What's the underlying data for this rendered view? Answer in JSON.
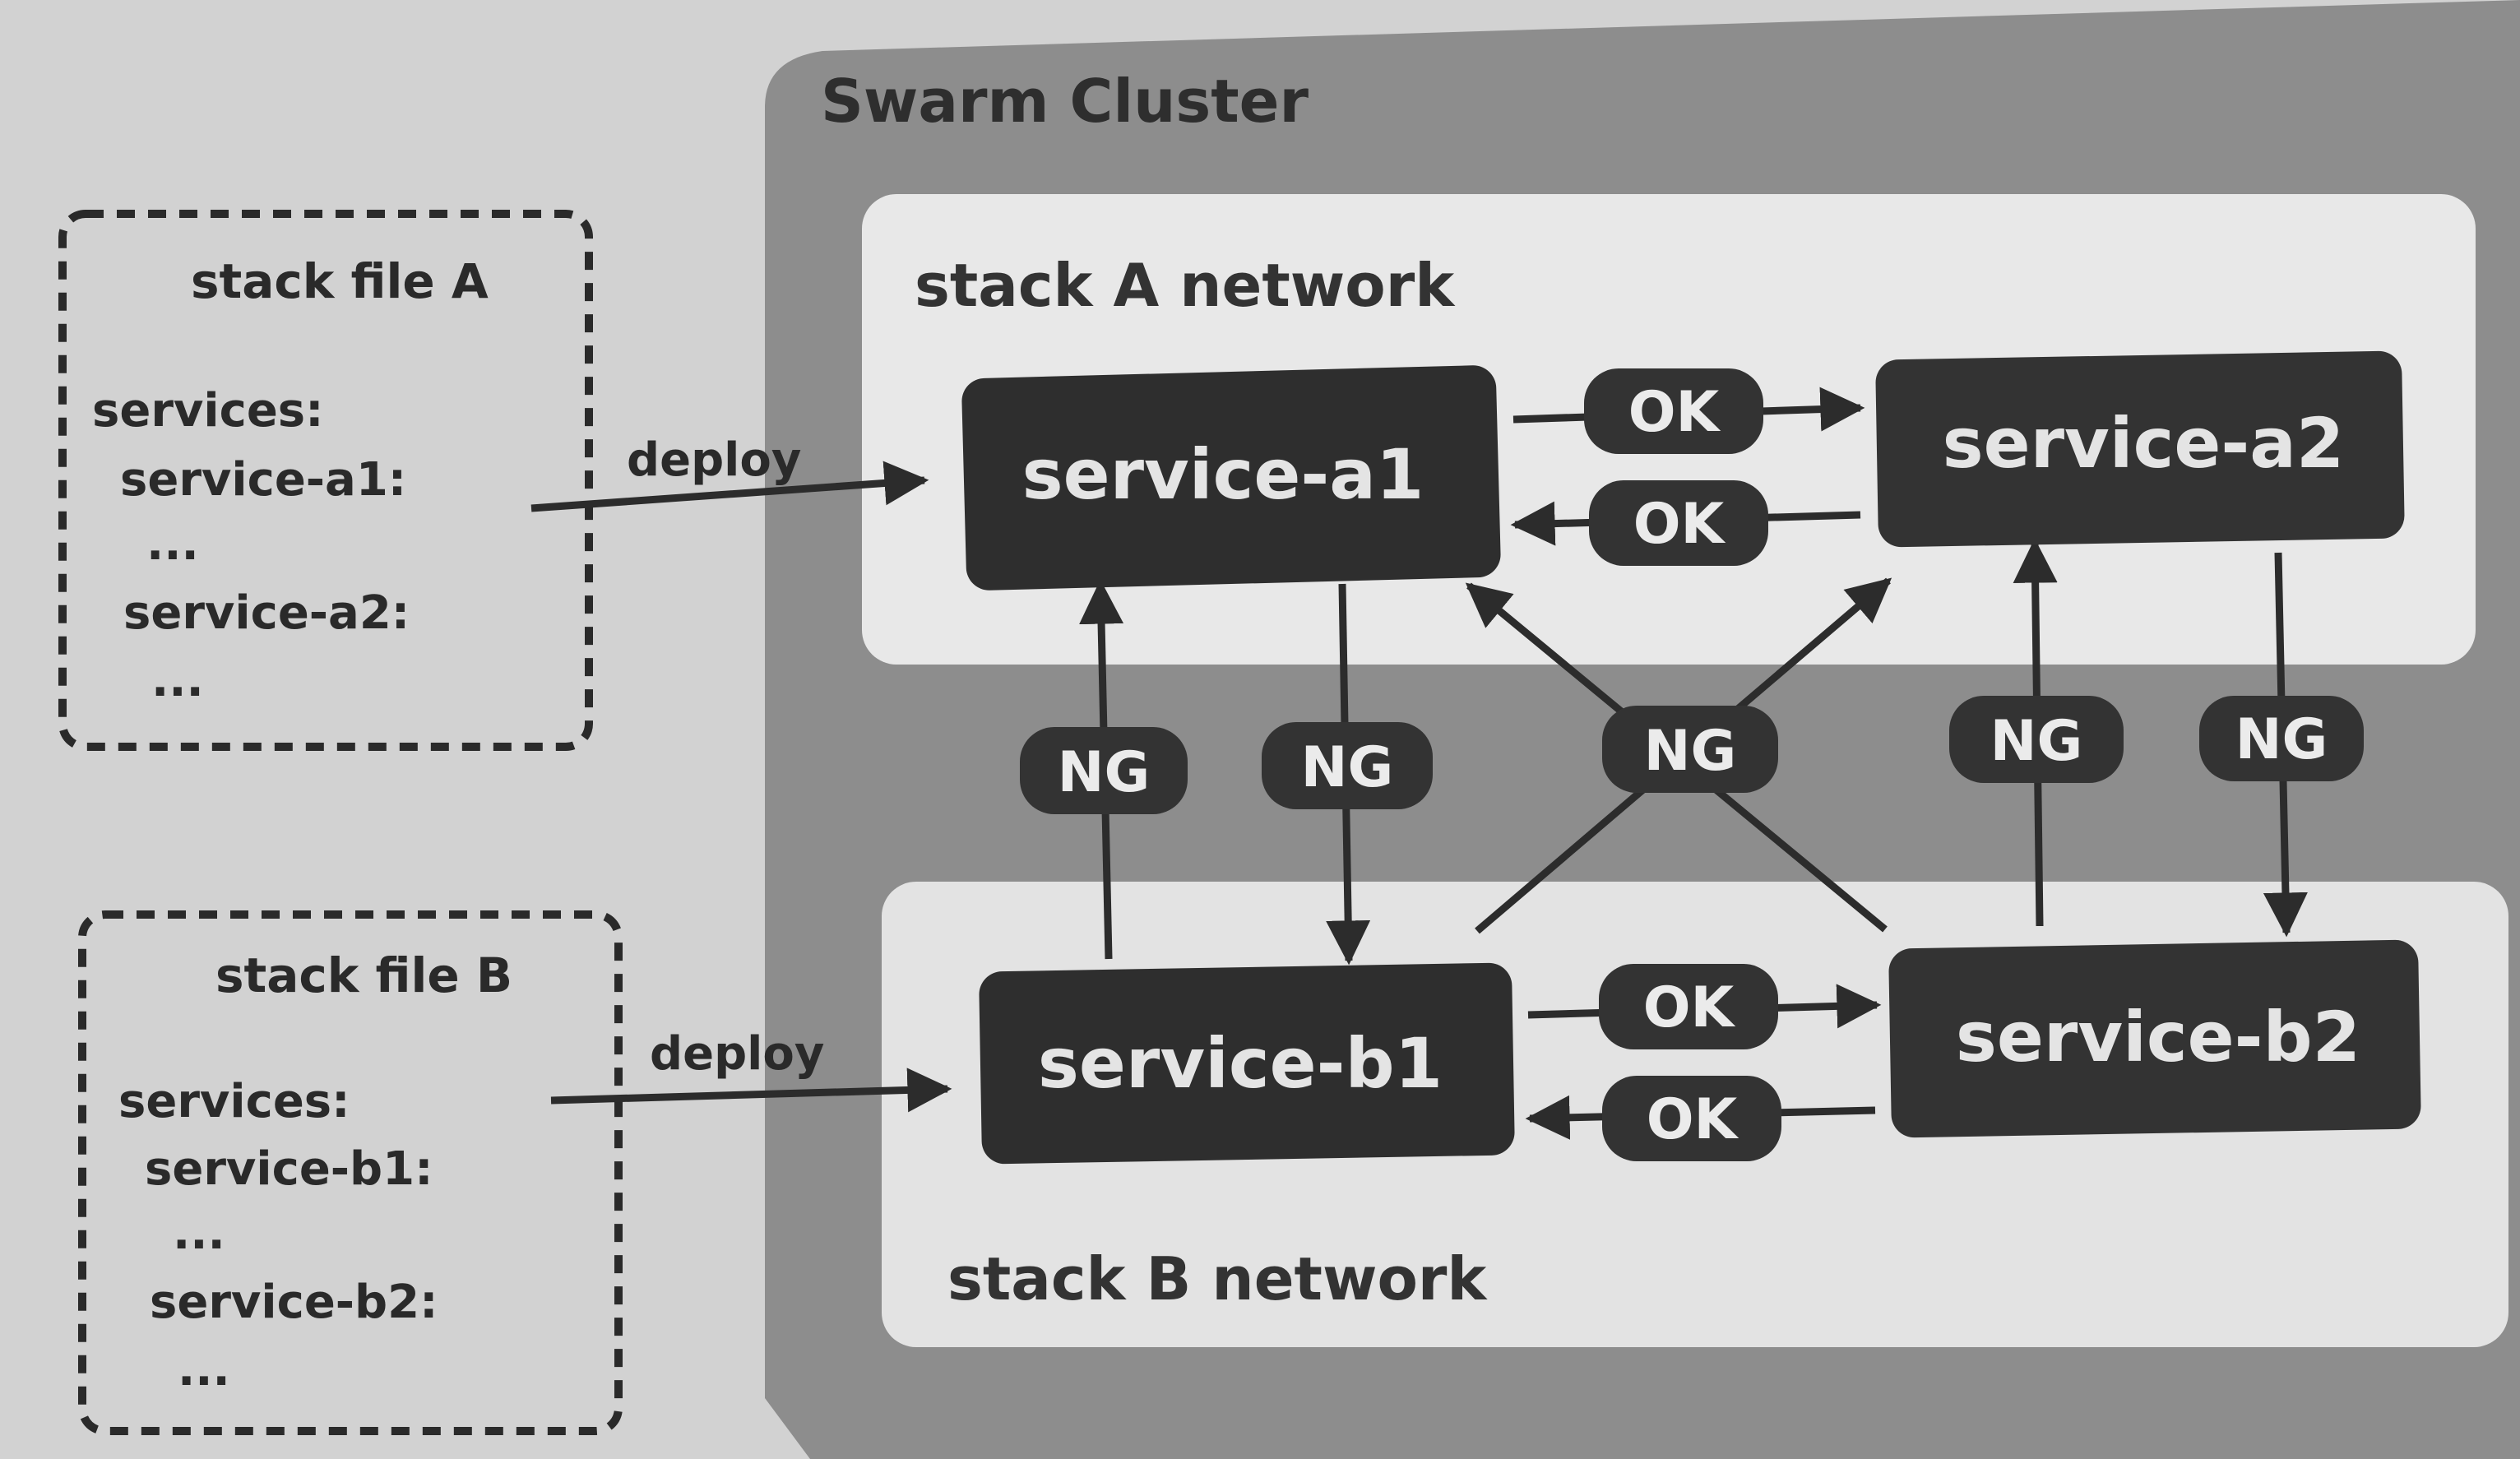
{
  "colors": {
    "page_background": "#d2d2d2",
    "cluster_background": "#8d8d8d",
    "network_background": "#e8e8e8",
    "service_box": "#2e2e2e",
    "badge": "#333333",
    "arrow": "#2c2c2c",
    "text_dark": "#2a2a2a",
    "text_light": "#e4e4e4"
  },
  "stack_files": [
    {
      "title": "stack file A",
      "lines": [
        "services:",
        "service-a1:",
        "...",
        "service-a2:",
        "..."
      ]
    },
    {
      "title": "stack file B",
      "lines": [
        "services:",
        "service-b1:",
        "...",
        "service-b2:",
        "..."
      ]
    }
  ],
  "deploy_labels": [
    "deploy",
    "deploy"
  ],
  "cluster": {
    "title": "Swarm Cluster",
    "networks": [
      "stack A network",
      "stack B network"
    ]
  },
  "services": {
    "a1": "service-a1",
    "a2": "service-a2",
    "b1": "service-b1",
    "b2": "service-b2"
  },
  "connections": {
    "a1_to_a2": "OK",
    "a2_to_a1": "OK",
    "b1_to_b2": "OK",
    "b2_to_b1": "OK",
    "b1_to_a1": "NG",
    "a1_to_b1": "NG",
    "cross": "NG",
    "b2_to_a2": "NG",
    "a2_to_b2": "NG"
  }
}
